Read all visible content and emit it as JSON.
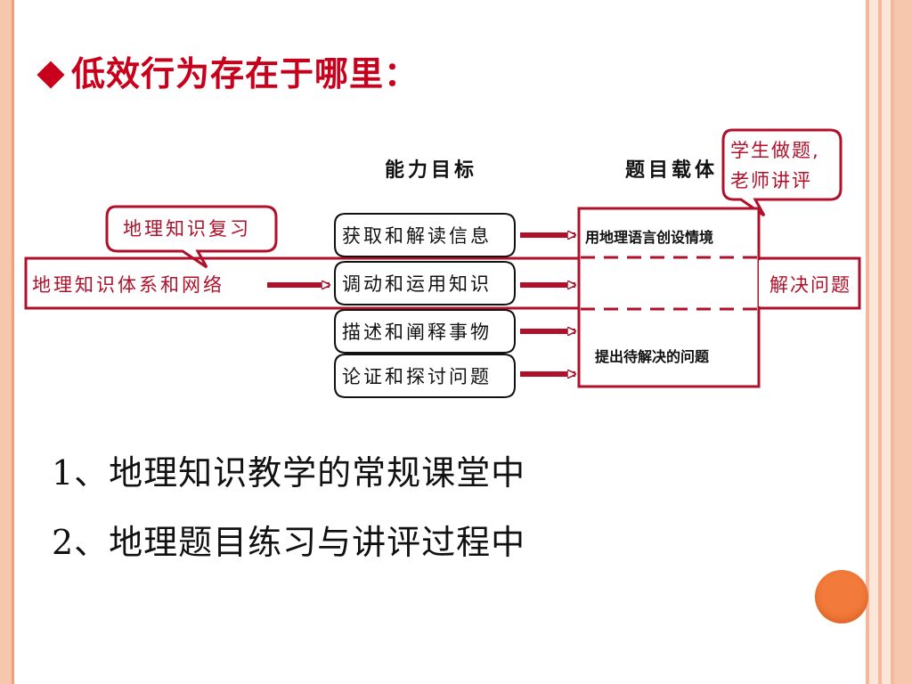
{
  "slide": {
    "title": "低效行为存在于哪里：",
    "lines": [
      "1、地理知识教学的常规课堂中",
      "2、地理题目练习与讲评过程中"
    ]
  },
  "diagram": {
    "header_ability": "能力目标",
    "header_carrier": "题目载体",
    "bubble_review": "地理知识复习",
    "bubble_student_line1": "学生做题,",
    "bubble_student_line2": "老师讲评",
    "left_box": "地理知识体系和网络",
    "abilities": [
      "获取和解读信息",
      "调动和运用知识",
      "描述和阐释事物",
      "论证和探讨问题"
    ],
    "carrier_top": "用地理语言创设情境",
    "carrier_bottom": "提出待解决的问题",
    "right_label": "解决问题"
  },
  "colors": {
    "title_red": "#c8001b",
    "diagram_red": "#b0102a",
    "frame_peach": "#f7c7ad",
    "accent_orange": "#f27a3a"
  }
}
